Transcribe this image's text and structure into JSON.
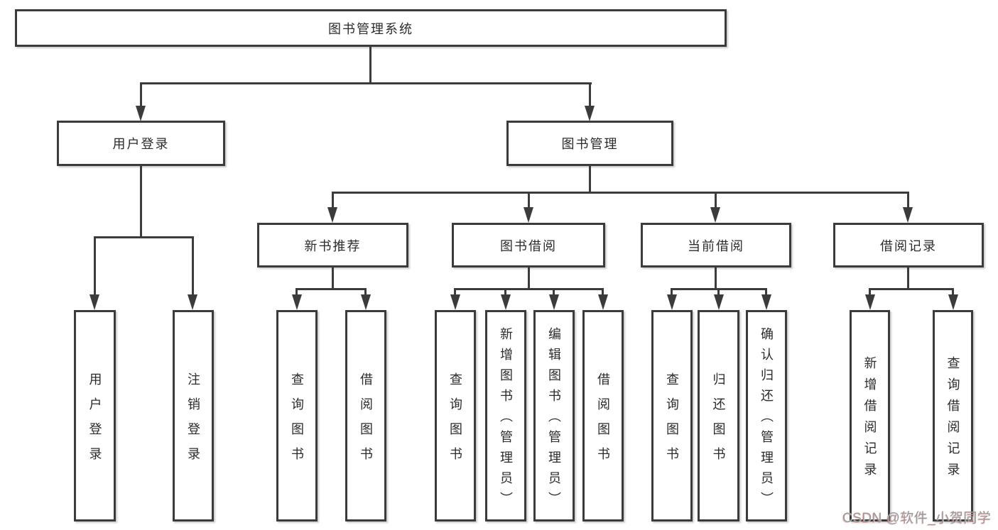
{
  "diagram": {
    "root": {
      "label": "图书管理系统"
    },
    "branches": {
      "user_login": {
        "label": "用户登录"
      },
      "book_mgmt": {
        "label": "图书管理"
      }
    },
    "sections": {
      "new_rec": {
        "label": "新书推荐"
      },
      "borrow": {
        "label": "图书借阅"
      },
      "current": {
        "label": "当前借阅"
      },
      "records": {
        "label": "借阅记录"
      }
    },
    "leaves": {
      "login": {
        "label": "用户登录"
      },
      "logout": {
        "label": "注销登录"
      },
      "rec_query": {
        "label": "查询图书"
      },
      "rec_borrow": {
        "label": "借阅图书"
      },
      "bor_query": {
        "label": "查询图书"
      },
      "bor_add": {
        "label": "新增图书（管理员）"
      },
      "bor_edit": {
        "label": "编辑图书（管理员）"
      },
      "bor_borrow": {
        "label": "借阅图书"
      },
      "cur_query": {
        "label": "查询图书"
      },
      "cur_return": {
        "label": "归还图书"
      },
      "cur_confirm": {
        "label": "确认归还（管理员）"
      },
      "records_add": {
        "label": "新增借阅记录"
      },
      "records_query": {
        "label": "查询借阅记录"
      }
    }
  },
  "watermark": {
    "text": "CSDN @软件_小贺同学"
  },
  "colors": {
    "line": "#3b3b3b",
    "box_border": "#3b3b3b",
    "text": "#2b2b2b",
    "background": "#ffffff",
    "watermark_gray": "#989898",
    "watermark_red": "#de5a5a"
  }
}
